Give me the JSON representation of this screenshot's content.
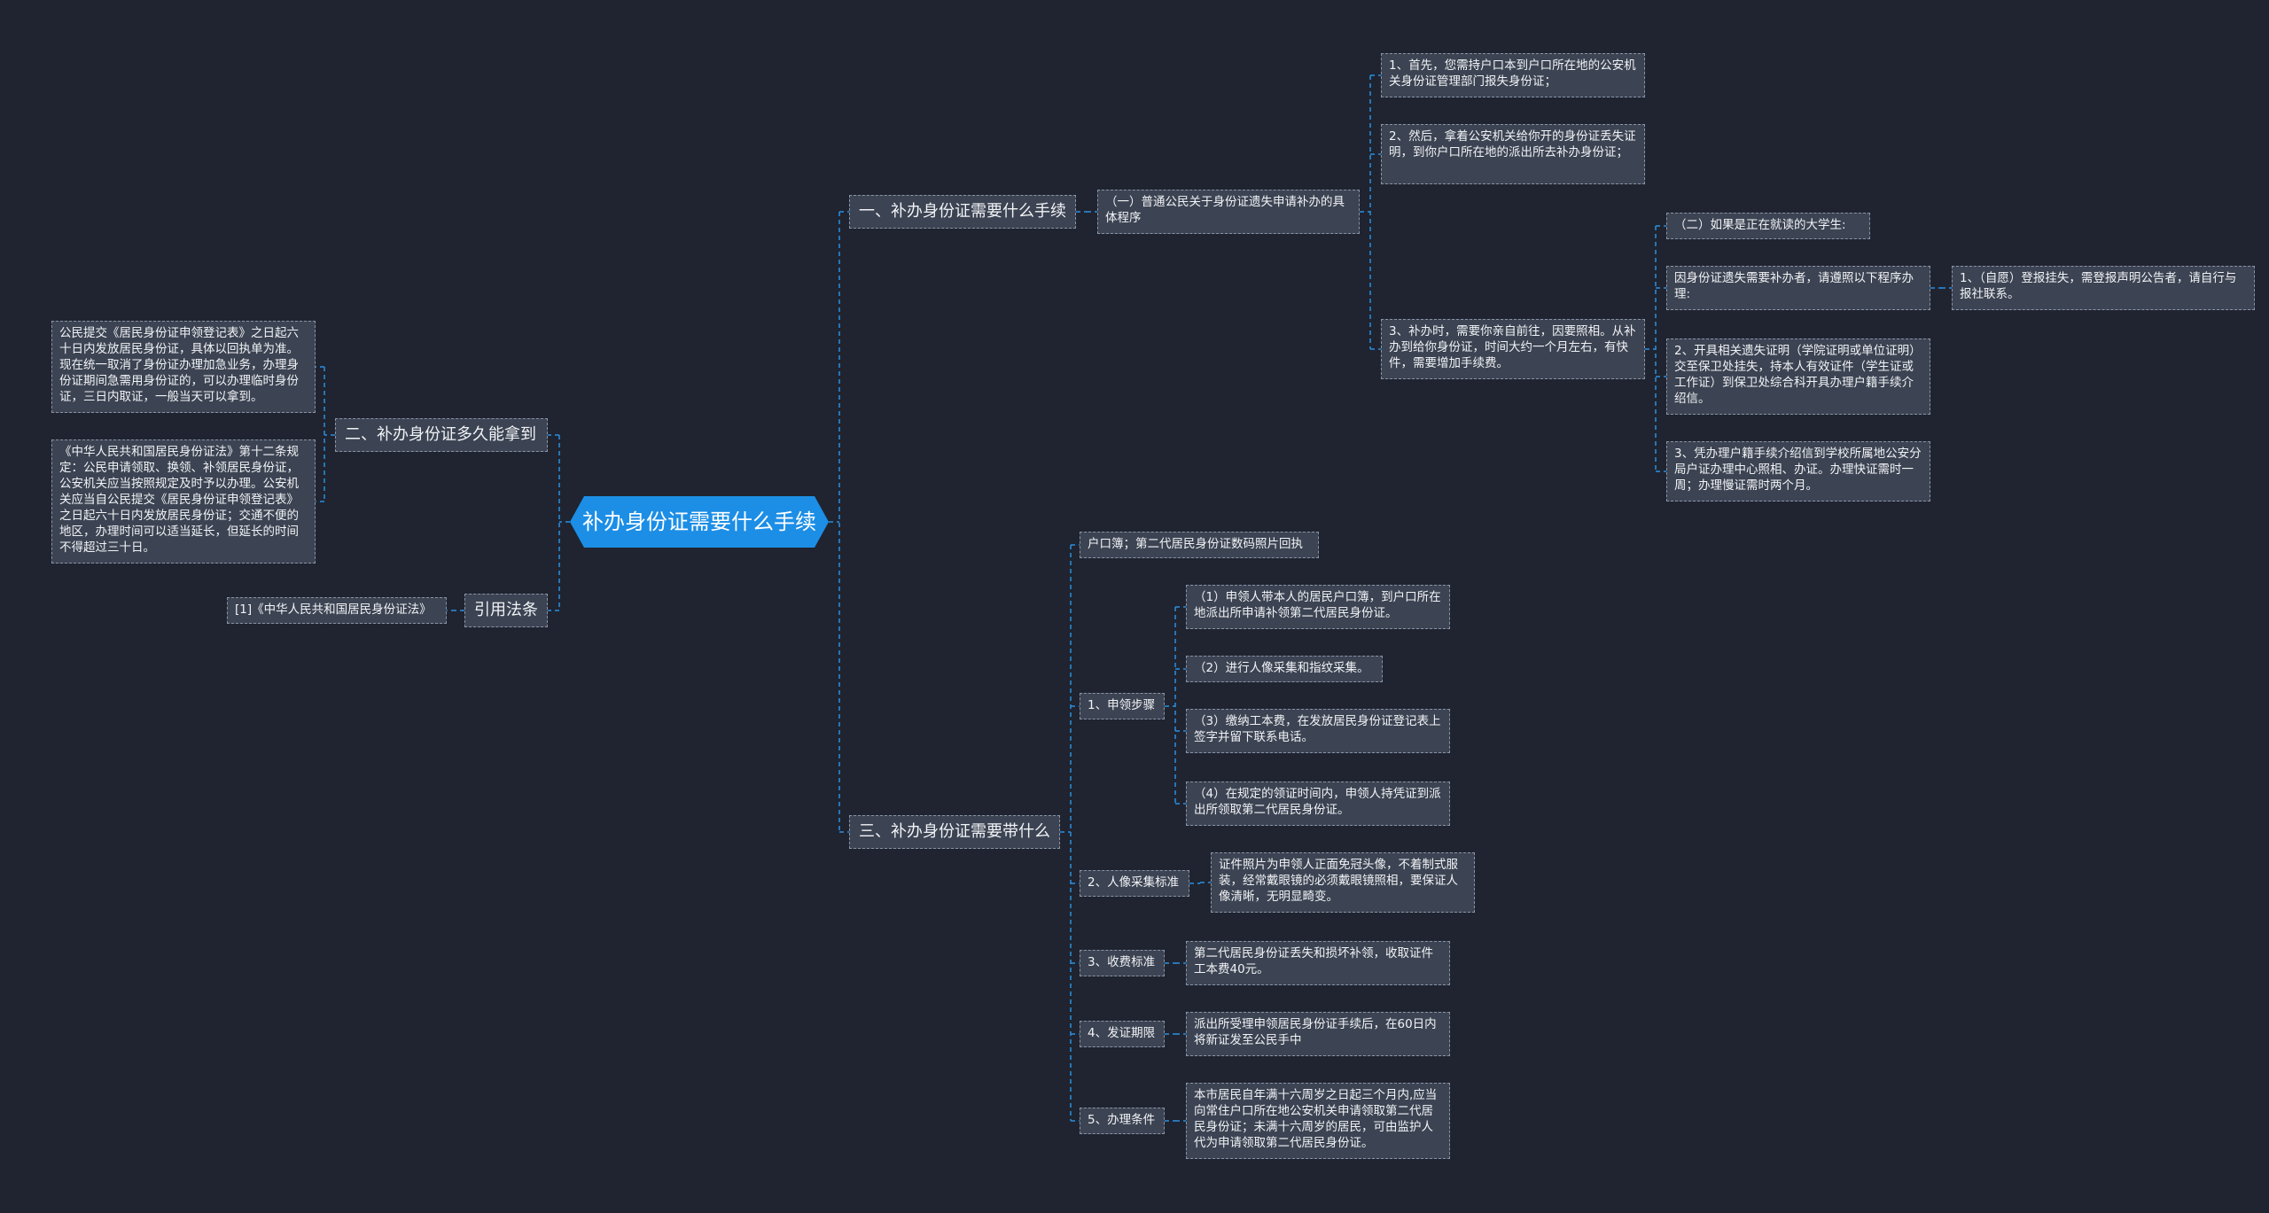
{
  "root": "补办身份证需要什么手续",
  "branch1": {
    "title": "一、补办身份证需要什么手续",
    "sub1": {
      "title": "（一）普通公民关于身份证遗失申请补办的具体程序",
      "step1": "1、首先，您需持户口本到户口所在地的公安机关身份证管理部门报失身份证；",
      "step2": "2、然后，拿着公安机关给你开的身份证丢失证明，到你户口所在地的派出所去补办身份证；",
      "step3": "3、补办时，需要你亲自前往，因要照相。从补办到给你身份证，时间大约一个月左右，有快件，需要增加手续费。"
    },
    "sub2": {
      "title": "（二）如果是正在就读的大学生:",
      "intro": "因身份证遗失需要补办者，请遵照以下程序办理:",
      "intro_child": "1、（自愿）登报挂失，需登报声明公告者，请自行与报社联系。",
      "step2": "2、开具相关遗失证明（学院证明或单位证明）交至保卫处挂失，持本人有效证件（学生证或工作证）到保卫处综合科开具办理户籍手续介绍信。",
      "step3": "3、凭办理户籍手续介绍信到学校所属地公安分局户证办理中心照相、办证。办理快证需时一周；办理慢证需时两个月。"
    }
  },
  "branch2": {
    "title": "二、补办身份证多久能拿到",
    "text1": "公民提交《居民身份证申领登记表》之日起六十日内发放居民身份证，具体以回执单为准。现在统一取消了身份证办理加急业务，办理身份证期间急需用身份证的，可以办理临时身份证，三日内取证，一般当天可以拿到。",
    "text2": "《中华人民共和国居民身份证法》第十二条规定：公民申请领取、换领、补领居民身份证，公安机关应当按照规定及时予以办理。公安机关应当自公民提交《居民身份证申领登记表》之日起六十日内发放居民身份证；交通不便的地区，办理时间可以适当延长，但延长的时间不得超过三十日。"
  },
  "branch3": {
    "title": "引用法条",
    "law": "[1]《中华人民共和国居民身份证法》"
  },
  "branch4": {
    "title": "三、补办身份证需要带什么",
    "top": "户口簿；第二代居民身份证数码照片回执",
    "apply": {
      "title": "1、申领步骤",
      "s1": "（1）申领人带本人的居民户口簿，到户口所在地派出所申请补领第二代居民身份证。",
      "s2": "（2）进行人像采集和指纹采集。",
      "s3": "（3）缴纳工本费，在发放居民身份证登记表上签字并留下联系电话。",
      "s4": "（4）在规定的领证时间内，申领人持凭证到派出所领取第二代居民身份证。"
    },
    "photo": {
      "title": "2、人像采集标准",
      "text": "证件照片为申领人正面免冠头像，不着制式服装，经常戴眼镜的必须戴眼镜照相，要保证人像清晰，无明显畸变。"
    },
    "fee": {
      "title": "3、收费标准",
      "text": "第二代居民身份证丢失和损坏补领，收取证件工本费40元。"
    },
    "issue": {
      "title": "4、发证期限",
      "text": "派出所受理申领居民身份证手续后，在60日内将新证发至公民手中"
    },
    "cond": {
      "title": "5、办理条件",
      "text": "本市居民自年满十六周岁之日起三个月内,应当向常住户口所在地公安机关申请领取第二代居民身份证；未满十六周岁的居民，可由监护人代为申请领取第二代居民身份证。"
    }
  },
  "colors": {
    "background": "#1f2430",
    "root_fill": "#1c8ee6",
    "node_fill": "#3c4352",
    "link": "#2b8fe0"
  }
}
